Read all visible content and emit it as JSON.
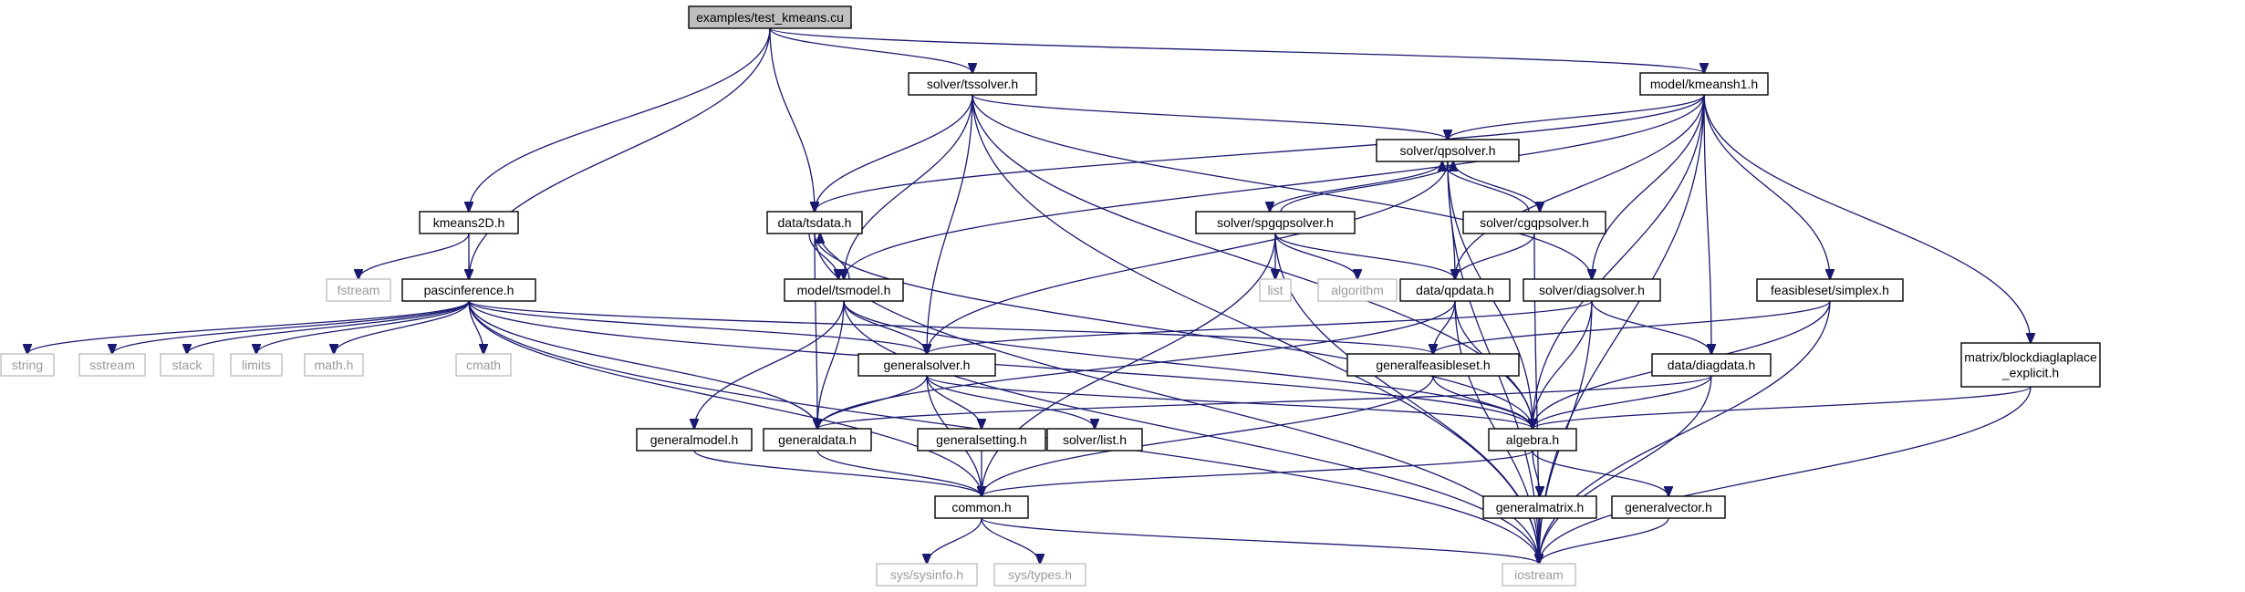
{
  "graph": {
    "nodes": [
      {
        "id": "root",
        "label": "examples/test_kmeans.cu",
        "kind": "root"
      },
      {
        "id": "tssolver",
        "label": "solver/tssolver.h",
        "kind": "file"
      },
      {
        "id": "kmeansh1",
        "label": "model/kmeansh1.h",
        "kind": "file"
      },
      {
        "id": "kmeans2d",
        "label": "kmeans2D.h",
        "kind": "file"
      },
      {
        "id": "qpsolver",
        "label": "solver/qpsolver.h",
        "kind": "file"
      },
      {
        "id": "tsdata",
        "label": "data/tsdata.h",
        "kind": "file"
      },
      {
        "id": "spgqpsolver",
        "label": "solver/spgqpsolver.h",
        "kind": "file"
      },
      {
        "id": "cgqpsolver",
        "label": "solver/cgqpsolver.h",
        "kind": "file"
      },
      {
        "id": "fstream",
        "label": "fstream",
        "kind": "system"
      },
      {
        "id": "pascinference",
        "label": "pascinference.h",
        "kind": "file"
      },
      {
        "id": "tsmodel",
        "label": "model/tsmodel.h",
        "kind": "file"
      },
      {
        "id": "list",
        "label": "list",
        "kind": "system"
      },
      {
        "id": "algorithm",
        "label": "algorithm",
        "kind": "system"
      },
      {
        "id": "qpdata",
        "label": "data/qpdata.h",
        "kind": "file"
      },
      {
        "id": "diagsolver",
        "label": "solver/diagsolver.h",
        "kind": "file"
      },
      {
        "id": "simplex",
        "label": "feasibleset/simplex.h",
        "kind": "file"
      },
      {
        "id": "string",
        "label": "string",
        "kind": "system"
      },
      {
        "id": "sstream",
        "label": "sstream",
        "kind": "system"
      },
      {
        "id": "stack",
        "label": "stack",
        "kind": "system"
      },
      {
        "id": "limits",
        "label": "limits",
        "kind": "system"
      },
      {
        "id": "mathh",
        "label": "math.h",
        "kind": "system"
      },
      {
        "id": "cmath",
        "label": "cmath",
        "kind": "system"
      },
      {
        "id": "generalsolver",
        "label": "generalsolver.h",
        "kind": "file"
      },
      {
        "id": "generalfeasibleset",
        "label": "generalfeasibleset.h",
        "kind": "file"
      },
      {
        "id": "diagdata",
        "label": "data/diagdata.h",
        "kind": "file"
      },
      {
        "id": "blockdiag",
        "label": "matrix/blockdiaglaplace\n_explicit.h",
        "kind": "file"
      },
      {
        "id": "generalmodel",
        "label": "generalmodel.h",
        "kind": "file"
      },
      {
        "id": "generaldata",
        "label": "generaldata.h",
        "kind": "file"
      },
      {
        "id": "generalsetting",
        "label": "generalsetting.h",
        "kind": "file"
      },
      {
        "id": "solverlist",
        "label": "solver/list.h",
        "kind": "file"
      },
      {
        "id": "algebra",
        "label": "algebra.h",
        "kind": "file"
      },
      {
        "id": "common",
        "label": "common.h",
        "kind": "file"
      },
      {
        "id": "generalmatrix",
        "label": "generalmatrix.h",
        "kind": "file"
      },
      {
        "id": "generalvector",
        "label": "generalvector.h",
        "kind": "file"
      },
      {
        "id": "sysinfo",
        "label": "sys/sysinfo.h",
        "kind": "system"
      },
      {
        "id": "systypes",
        "label": "sys/types.h",
        "kind": "system"
      },
      {
        "id": "iostream",
        "label": "iostream",
        "kind": "system"
      }
    ],
    "edges": [
      [
        "root",
        "tssolver"
      ],
      [
        "root",
        "kmeansh1"
      ],
      [
        "root",
        "kmeans2d"
      ],
      [
        "root",
        "tsdata"
      ],
      [
        "root",
        "pascinference"
      ],
      [
        "kmeans2d",
        "fstream"
      ],
      [
        "kmeans2d",
        "pascinference"
      ],
      [
        "tssolver",
        "qpsolver"
      ],
      [
        "tssolver",
        "tsdata"
      ],
      [
        "tssolver",
        "tsmodel"
      ],
      [
        "tssolver",
        "generalsolver"
      ],
      [
        "tssolver",
        "diagsolver"
      ],
      [
        "tssolver",
        "algebra"
      ],
      [
        "tssolver",
        "iostream"
      ],
      [
        "kmeansh1",
        "qpsolver"
      ],
      [
        "kmeansh1",
        "tsdata"
      ],
      [
        "kmeansh1",
        "tsmodel"
      ],
      [
        "kmeansh1",
        "qpdata"
      ],
      [
        "kmeansh1",
        "diagsolver"
      ],
      [
        "kmeansh1",
        "diagdata"
      ],
      [
        "kmeansh1",
        "simplex"
      ],
      [
        "kmeansh1",
        "blockdiag"
      ],
      [
        "kmeansh1",
        "algebra"
      ],
      [
        "kmeansh1",
        "iostream"
      ],
      [
        "qpsolver",
        "spgqpsolver"
      ],
      [
        "qpsolver",
        "cgqpsolver"
      ],
      [
        "qpsolver",
        "qpdata"
      ],
      [
        "qpsolver",
        "generalsolver"
      ],
      [
        "qpsolver",
        "algebra"
      ],
      [
        "qpsolver",
        "iostream"
      ],
      [
        "spgqpsolver",
        "qpsolver"
      ],
      [
        "spgqpsolver",
        "list"
      ],
      [
        "spgqpsolver",
        "algorithm"
      ],
      [
        "spgqpsolver",
        "qpdata"
      ],
      [
        "spgqpsolver",
        "common"
      ],
      [
        "spgqpsolver",
        "iostream"
      ],
      [
        "cgqpsolver",
        "qpsolver"
      ],
      [
        "cgqpsolver",
        "qpdata"
      ],
      [
        "cgqpsolver",
        "iostream"
      ],
      [
        "tsdata",
        "tsmodel"
      ],
      [
        "tsdata",
        "generaldata"
      ],
      [
        "tsdata",
        "algebra"
      ],
      [
        "tsdata",
        "iostream"
      ],
      [
        "tsmodel",
        "tsdata"
      ],
      [
        "tsmodel",
        "generalsolver"
      ],
      [
        "tsmodel",
        "generalmodel"
      ],
      [
        "tsmodel",
        "generaldata"
      ],
      [
        "tsmodel",
        "algebra"
      ],
      [
        "tsmodel",
        "iostream"
      ],
      [
        "pascinference",
        "string"
      ],
      [
        "pascinference",
        "sstream"
      ],
      [
        "pascinference",
        "stack"
      ],
      [
        "pascinference",
        "limits"
      ],
      [
        "pascinference",
        "mathh"
      ],
      [
        "pascinference",
        "cmath"
      ],
      [
        "pascinference",
        "generalsolver"
      ],
      [
        "pascinference",
        "generalfeasibleset"
      ],
      [
        "pascinference",
        "generaldata"
      ],
      [
        "pascinference",
        "algebra"
      ],
      [
        "pascinference",
        "common"
      ],
      [
        "pascinference",
        "iostream"
      ],
      [
        "qpdata",
        "generaldata"
      ],
      [
        "qpdata",
        "generalfeasibleset"
      ],
      [
        "qpdata",
        "algebra"
      ],
      [
        "qpdata",
        "iostream"
      ],
      [
        "diagsolver",
        "generalsolver"
      ],
      [
        "diagsolver",
        "diagdata"
      ],
      [
        "diagsolver",
        "algebra"
      ],
      [
        "diagsolver",
        "iostream"
      ],
      [
        "simplex",
        "generalfeasibleset"
      ],
      [
        "simplex",
        "algebra"
      ],
      [
        "simplex",
        "iostream"
      ],
      [
        "generalsolver",
        "generaldata"
      ],
      [
        "generalsolver",
        "generalsetting"
      ],
      [
        "generalsolver",
        "solverlist"
      ],
      [
        "generalsolver",
        "algebra"
      ],
      [
        "generalsolver",
        "common"
      ],
      [
        "generalfeasibleset",
        "algebra"
      ],
      [
        "generalfeasibleset",
        "common"
      ],
      [
        "diagdata",
        "generaldata"
      ],
      [
        "diagdata",
        "algebra"
      ],
      [
        "diagdata",
        "iostream"
      ],
      [
        "blockdiag",
        "algebra"
      ],
      [
        "blockdiag",
        "iostream"
      ],
      [
        "generalmodel",
        "common"
      ],
      [
        "generaldata",
        "common"
      ],
      [
        "generalsetting",
        "common"
      ],
      [
        "algebra",
        "common"
      ],
      [
        "algebra",
        "generalmatrix"
      ],
      [
        "algebra",
        "generalvector"
      ],
      [
        "generalmatrix",
        "iostream"
      ],
      [
        "generalvector",
        "iostream"
      ],
      [
        "common",
        "sysinfo"
      ],
      [
        "common",
        "systypes"
      ],
      [
        "common",
        "iostream"
      ]
    ],
    "colors": {
      "edge": "#191970",
      "root_fill": "#bfbfbf",
      "system_border": "#bfbfbf",
      "system_text": "#9a9a9a",
      "file_border": "#000000"
    }
  }
}
